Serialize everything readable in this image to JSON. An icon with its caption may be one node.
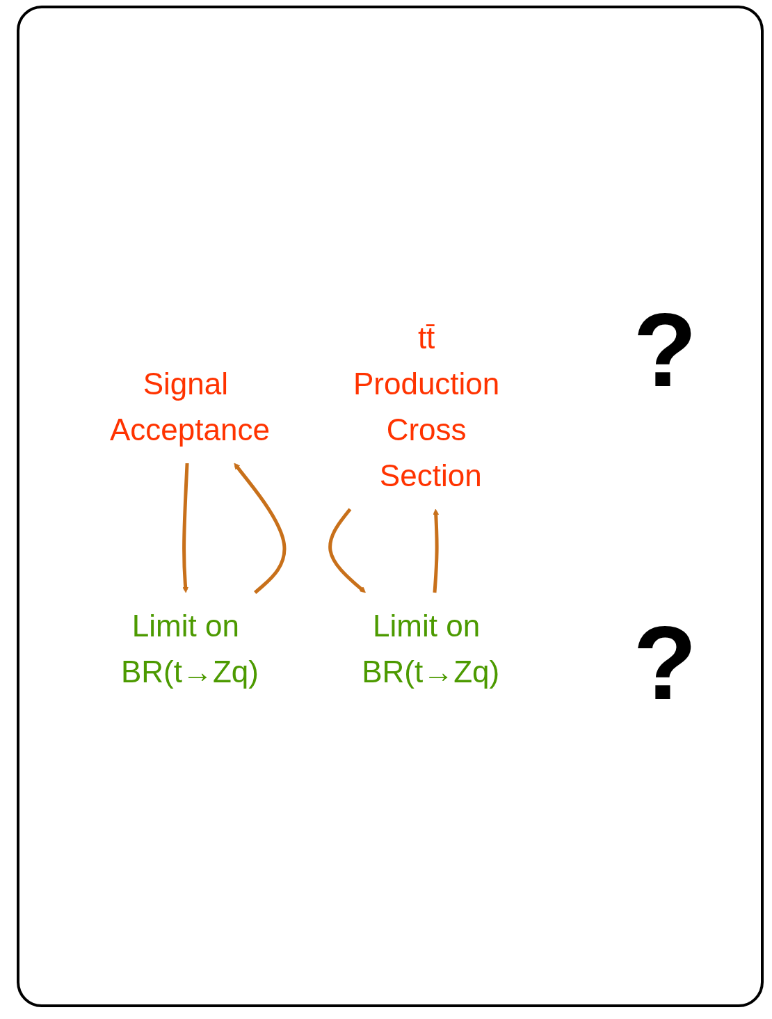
{
  "diagram": {
    "nodes": [
      {
        "text": [
          "Signal Acceptance"
        ]
      },
      {
        "text": [
          "Limit on BR(t→Zq)"
        ]
      },
      {
        "text": [
          "tt̄ Production Cross Section"
        ]
      },
      {
        "text": [
          "Limit on BR(t→Zq)"
        ]
      }
    ],
    "edges": [
      {
        "from": 0,
        "to": 1,
        "arrow": "to"
      },
      {
        "from": 1,
        "to": 0,
        "arrow": "to"
      },
      {
        "from": 2,
        "to": 3,
        "arrow": "to"
      },
      {
        "from": 3,
        "to": 2,
        "arrow": "to"
      }
    ],
    "labels": [
      "?",
      "?"
    ]
  }
}
